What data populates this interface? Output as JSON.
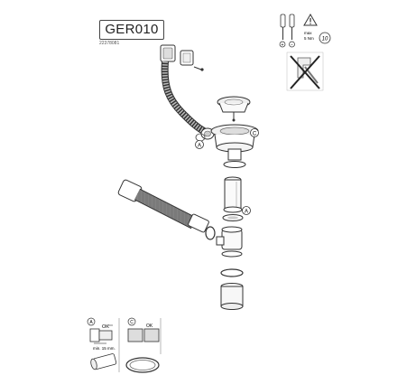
{
  "header": {
    "model": "GER010",
    "code": "22378081"
  },
  "warning": {
    "torque": "max",
    "torque_value": "5 Nm",
    "count": "10",
    "plus": "+",
    "minus": "−",
    "warning_icon": "warning-triangle-icon",
    "no_tool_icon": "crossed-out-tool-icon"
  },
  "callouts": {
    "a": "A",
    "c": "C"
  },
  "details": {
    "a_ok": "OK",
    "a_min": "min. 15 mm.",
    "c_ok": "OK"
  }
}
